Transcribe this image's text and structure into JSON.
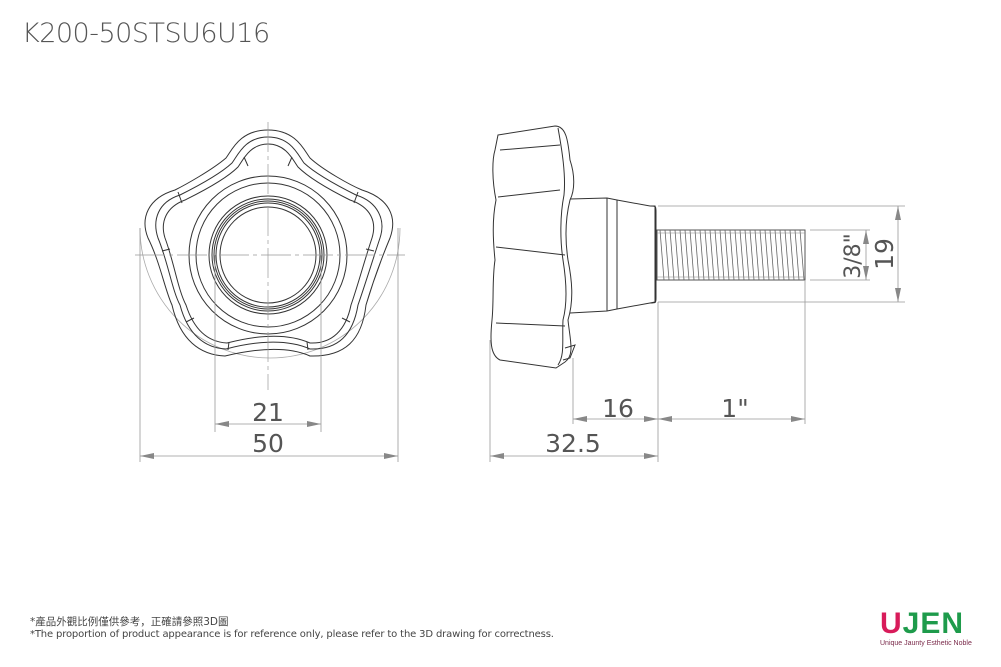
{
  "header": {
    "part_number": "K200-50STSU6U16"
  },
  "drawing": {
    "front_view": {
      "shape": "five-lobed-star-knob",
      "dimensions": {
        "inner_hub_diameter": "21",
        "overall_diameter": "50"
      }
    },
    "side_view": {
      "dimensions": {
        "knob_head_length": "32.5",
        "shoulder_length": "16",
        "thread_length": "1\"",
        "thread_size": "3/8\"",
        "shoulder_diameter": "19"
      }
    },
    "line_color": "#333333",
    "dimension_color": "#999999"
  },
  "footer": {
    "note_zh": "*產品外觀比例僅供參考，正確請參照3D圖",
    "note_en": "*The proportion of product appearance is for reference only, please refer to the 3D drawing for correctness."
  },
  "logo": {
    "brand_first": "U",
    "brand_rest": "JEN",
    "tagline": "Unique Jaunty Esthetic Noble",
    "colors": {
      "u": "#d81b5a",
      "jen": "#1e9b4b"
    }
  }
}
